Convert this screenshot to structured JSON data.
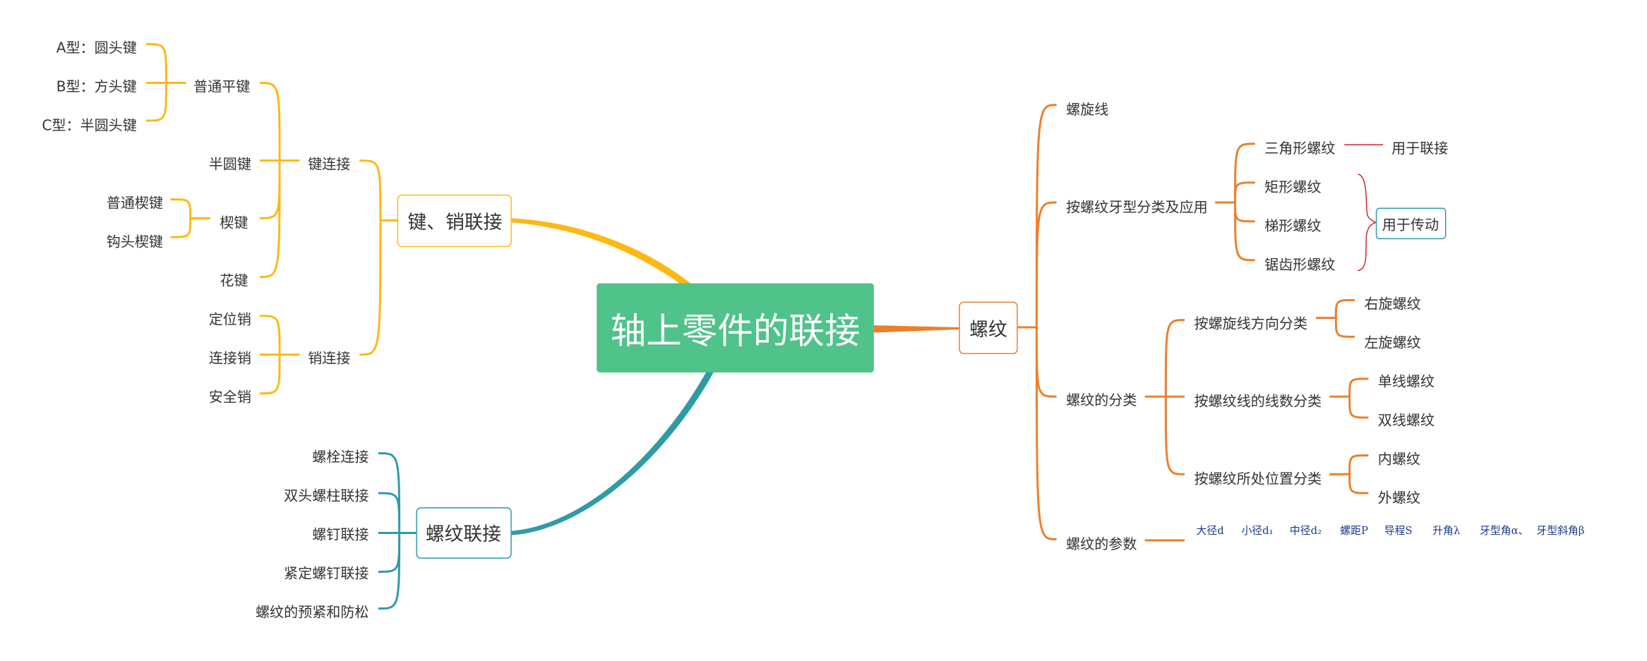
{
  "colors": {
    "central": "#4fc38a",
    "keypin": "#fdb813",
    "thread_conn": "#2e9ba6",
    "thread": "#ec7f2b",
    "note": "#d0262f",
    "param_text": "#1a3b8c"
  },
  "central": "轴上零件的联接",
  "keypin": {
    "label": "键、销联接",
    "key": {
      "label": "键连接",
      "flat": {
        "label": "普通平键",
        "items": [
          "A型：圆头键",
          "B型：方头键",
          "C型：半圆头键"
        ]
      },
      "semi": "半圆键",
      "wedge": {
        "label": "楔键",
        "items": [
          "普通楔键",
          "钩头楔键"
        ]
      },
      "spline": "花键"
    },
    "pin": {
      "label": "销连接",
      "items": [
        "定位销",
        "连接销",
        "安全销"
      ]
    }
  },
  "thread_conn": {
    "label": "螺纹联接",
    "items": [
      "螺栓连接",
      "双头螺柱联接",
      "螺钉联接",
      "紧定螺钉联接",
      "螺纹的预紧和防松"
    ]
  },
  "thread": {
    "label": "螺纹",
    "helix": "螺旋线",
    "profile": {
      "label": "按螺纹牙型分类及应用",
      "items": [
        "三角形螺纹",
        "矩形螺纹",
        "梯形螺纹",
        "锯齿形螺纹"
      ],
      "note_connect": "用于联接",
      "note_transmit": "用于传动"
    },
    "classify": {
      "label": "螺纹的分类",
      "direction": {
        "label": "按螺旋线方向分类",
        "items": [
          "右旋螺纹",
          "左旋螺纹"
        ]
      },
      "lines": {
        "label": "按螺纹线的线数分类",
        "items": [
          "单线螺纹",
          "双线螺纹"
        ]
      },
      "position": {
        "label": "按螺纹所处位置分类",
        "items": [
          "内螺纹",
          "外螺纹"
        ]
      }
    },
    "params": {
      "label": "螺纹的参数",
      "items": [
        "大径d",
        "小径d₁",
        "中径d₂",
        "螺距P",
        "导程S",
        "升角λ",
        "牙型角α、",
        "牙型斜角β"
      ]
    }
  }
}
